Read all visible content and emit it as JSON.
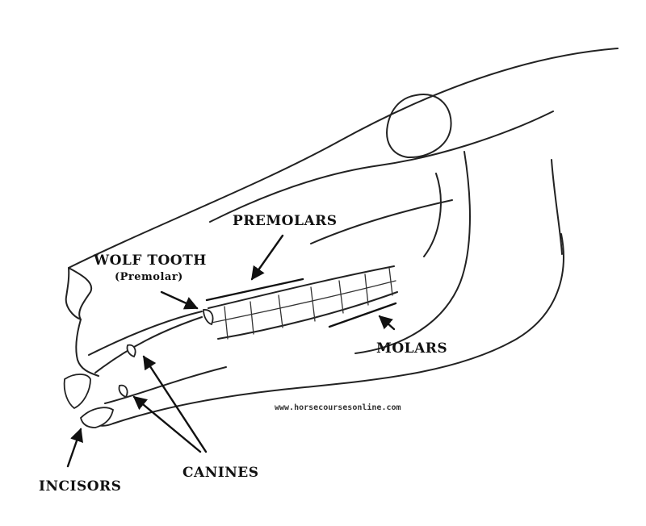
{
  "labels": {
    "premolars": "PREMOLARS",
    "wolf_tooth": "WOLF TOOTH",
    "wolf_tooth_sub": "(Premolar)",
    "molars": "MOLARS",
    "canines": "CANINES",
    "incisors": "INCISORS"
  },
  "watermark": "www.horsecoursesonline.com"
}
